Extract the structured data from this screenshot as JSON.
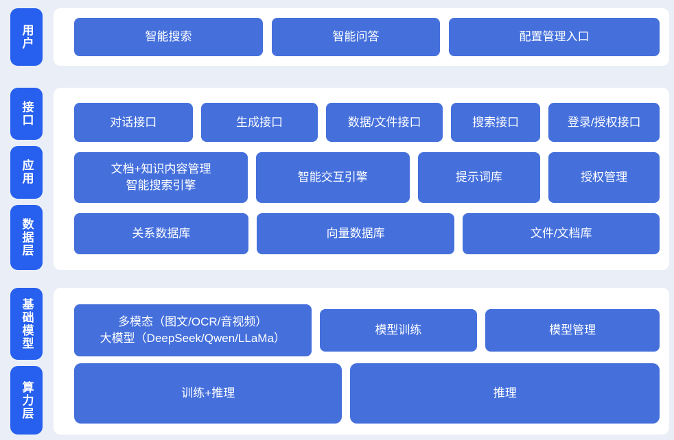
{
  "colors": {
    "page_bg": "#e9eef7",
    "panel_bg": "#ffffff",
    "layer_label_blue": "#2760ee",
    "node_blue": "#4570dc",
    "text_color": "#ffffff"
  },
  "sections": [
    {
      "labels": [
        "用户"
      ],
      "rows": [
        [
          "智能搜索",
          "智能问答",
          "配置管理入口"
        ]
      ]
    },
    {
      "labels": [
        "接口",
        "应用",
        "数据层"
      ],
      "rows": [
        [
          "对话接口",
          "生成接口",
          "数据/文件接口",
          "搜索接口",
          "登录/授权接口"
        ],
        [
          "文档+知识内容管理\n智能搜索引擎",
          "智能交互引擎",
          "提示词库",
          "授权管理"
        ],
        [
          "关系数据库",
          "向量数据库",
          "文件/文档库"
        ]
      ]
    },
    {
      "labels": [
        "基础模型",
        "算力层"
      ],
      "rows": [
        [
          "多模态（图文/OCR/音视频）\n大模型（DeepSeek/Qwen/LLaMa）",
          "模型训练",
          "模型管理"
        ],
        [
          "训练+推理",
          "推理"
        ]
      ]
    }
  ]
}
